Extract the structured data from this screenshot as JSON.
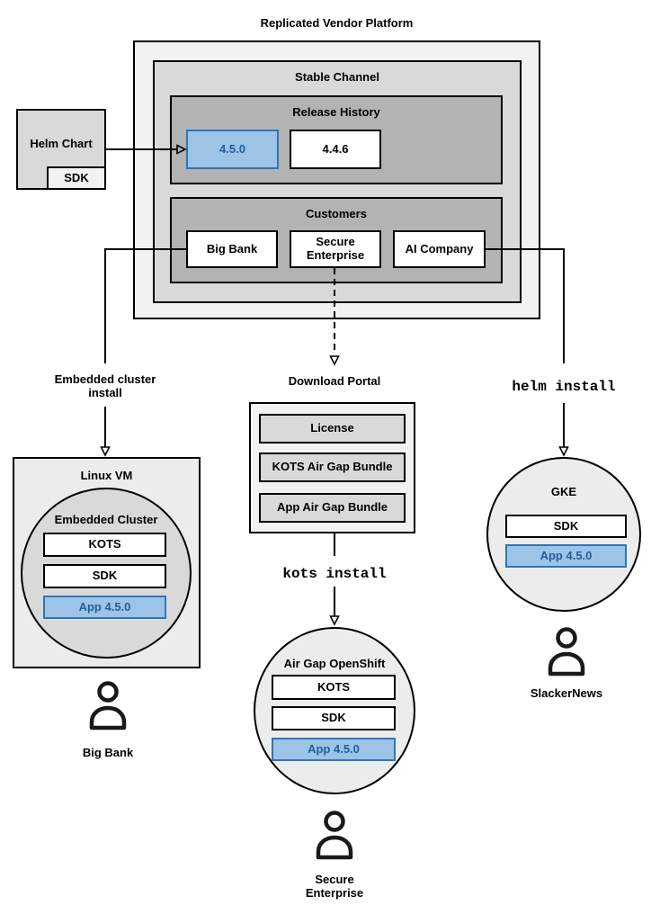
{
  "title": "Replicated Vendor Platform",
  "colors": {
    "highlight_fill": "#9dc3e6",
    "highlight_border": "#2e75b6",
    "highlight_text": "#215f9a",
    "gray_light": "#f2f2f2",
    "gray_mid": "#d9d9d9",
    "gray_dark": "#b3b3b3"
  },
  "platform": {
    "channel": "Stable Channel",
    "release_history": {
      "label": "Release History",
      "current": "4.5.0",
      "previous": "4.4.6"
    },
    "customers": {
      "label": "Customers",
      "big_bank": "Big Bank",
      "secure_enterprise": "Secure Enterprise",
      "ai_company": "AI Company"
    }
  },
  "helm_chart": {
    "label": "Helm Chart",
    "sdk": "SDK"
  },
  "edges": {
    "embedded_install": "Embedded cluster install",
    "helm_install": "helm install",
    "kots_install": "kots install"
  },
  "download_portal": {
    "label": "Download Portal",
    "items": [
      "License",
      "KOTS Air Gap Bundle",
      "App Air Gap Bundle"
    ]
  },
  "linux_vm": {
    "label": "Linux VM",
    "cluster_label": "Embedded Cluster",
    "components": [
      "KOTS",
      "SDK"
    ],
    "app": "App 4.5.0"
  },
  "openshift": {
    "label": "Air Gap OpenShift",
    "components": [
      "KOTS",
      "SDK"
    ],
    "app": "App 4.5.0"
  },
  "gke": {
    "label": "GKE",
    "components": [
      "SDK"
    ],
    "app": "App 4.5.0"
  },
  "users": {
    "big_bank": "Big Bank",
    "secure_enterprise": "Secure Enterprise",
    "slackernews": "SlackerNews"
  }
}
